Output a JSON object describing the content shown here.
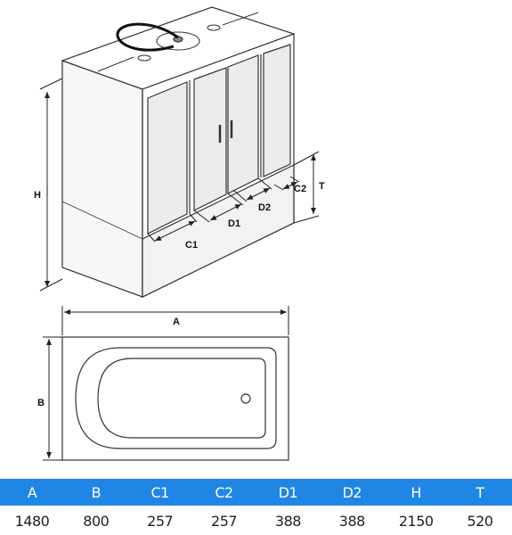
{
  "diagram": {
    "labels": {
      "h": "H",
      "t": "T",
      "c1": "C1",
      "c2": "C2",
      "d1": "D1",
      "d2": "D2",
      "a": "A",
      "b": "B"
    }
  },
  "table": {
    "headers": [
      "A",
      "B",
      "C1",
      "C2",
      "D1",
      "D2",
      "H",
      "T"
    ],
    "values": [
      "1480",
      "800",
      "257",
      "257",
      "388",
      "388",
      "2150",
      "520"
    ],
    "header_color": "#1f86e6"
  }
}
